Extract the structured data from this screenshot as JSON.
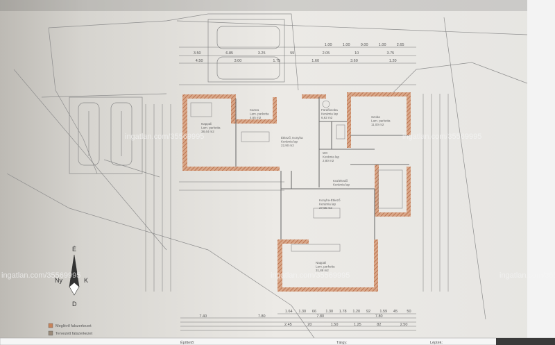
{
  "watermarks": [
    "ingatlan.com/35569995"
  ],
  "compass": {
    "north": "É",
    "west": "Ny",
    "east": "K",
    "south": "D"
  },
  "rooms": [
    {
      "id": "nappali-1",
      "lines": [
        "Nappali",
        "Lam. parketta",
        "38,44 m2"
      ]
    },
    {
      "id": "kamra",
      "lines": [
        "Kamra",
        "Lam. parketta",
        "4,65 m2"
      ]
    },
    {
      "id": "etkezo",
      "lines": [
        "Étkező, Konyha",
        "Kerámia lap",
        "22,90 m2"
      ]
    },
    {
      "id": "furdo",
      "lines": [
        "Fürdőszoba",
        "Kerámia lap",
        "6,62 m2"
      ]
    },
    {
      "id": "haloszoba",
      "lines": [
        "Szoba",
        "Lam. parketta",
        "11,00 m2"
      ]
    },
    {
      "id": "wc",
      "lines": [
        "WC",
        "Kerámia lap",
        "2,80 m2"
      ]
    },
    {
      "id": "hall",
      "lines": [
        "Közlekedő",
        "Kerámia lap"
      ]
    },
    {
      "id": "konyha-2",
      "lines": [
        "Konyha-Étkező",
        "Kerámia lap",
        "27,55 m2"
      ]
    },
    {
      "id": "nappali-2",
      "lines": [
        "Nappali",
        "Lam. parketta",
        "31,88 m2"
      ]
    }
  ],
  "top_dims_row1": [
    "1.00",
    "1.00",
    "0.00",
    "1.00",
    "2.65"
  ],
  "top_dims_row2": [
    "3.50",
    "6.85",
    "3.25",
    "55",
    "2.05",
    "10",
    "3.75"
  ],
  "top_dims_row3": [
    "4.50",
    "3.00",
    "1.75",
    "1.60",
    "3.60",
    "1.20"
  ],
  "bottom_dims": [
    "1.64",
    "1.30",
    "66",
    "1.30",
    "1.78",
    "1.20",
    "92",
    "1.59",
    "45",
    "50"
  ],
  "bottom_totals": [
    "7.40",
    "7.80",
    "7.80",
    "7.80"
  ],
  "bottom_sub": [
    "2.45",
    "20",
    "1.50",
    "1.25",
    "82",
    "2.50"
  ],
  "legend": [
    {
      "label": "Meglévő falszerkezet",
      "color": "#c8835a"
    },
    {
      "label": "Tervezett falszerkezet",
      "color": "#9a8a7a"
    }
  ],
  "title_block": [
    "Építtető:",
    "Tárgy:",
    "Lépték:"
  ],
  "colors": {
    "paper": "#e9e8e5",
    "wall": "#c07a55",
    "line": "#777"
  }
}
